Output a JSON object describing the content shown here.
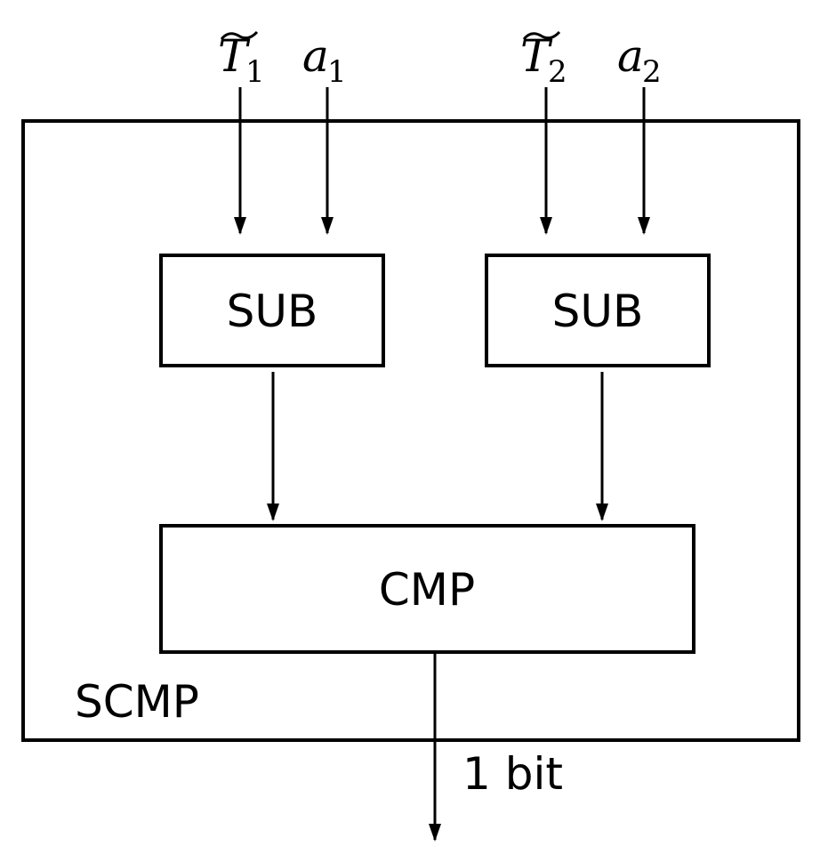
{
  "inputs": {
    "t1": {
      "base": "T",
      "sub": "1"
    },
    "a1": {
      "base": "a",
      "sub": "1"
    },
    "t2": {
      "base": "T",
      "sub": "2"
    },
    "a2": {
      "base": "a",
      "sub": "2"
    }
  },
  "blocks": {
    "sub_left": "SUB",
    "sub_right": "SUB",
    "cmp": "CMP",
    "outer": "SCMP"
  },
  "output": {
    "label": "1 bit"
  },
  "colors": {
    "stroke": "#000000",
    "background": "#ffffff"
  }
}
